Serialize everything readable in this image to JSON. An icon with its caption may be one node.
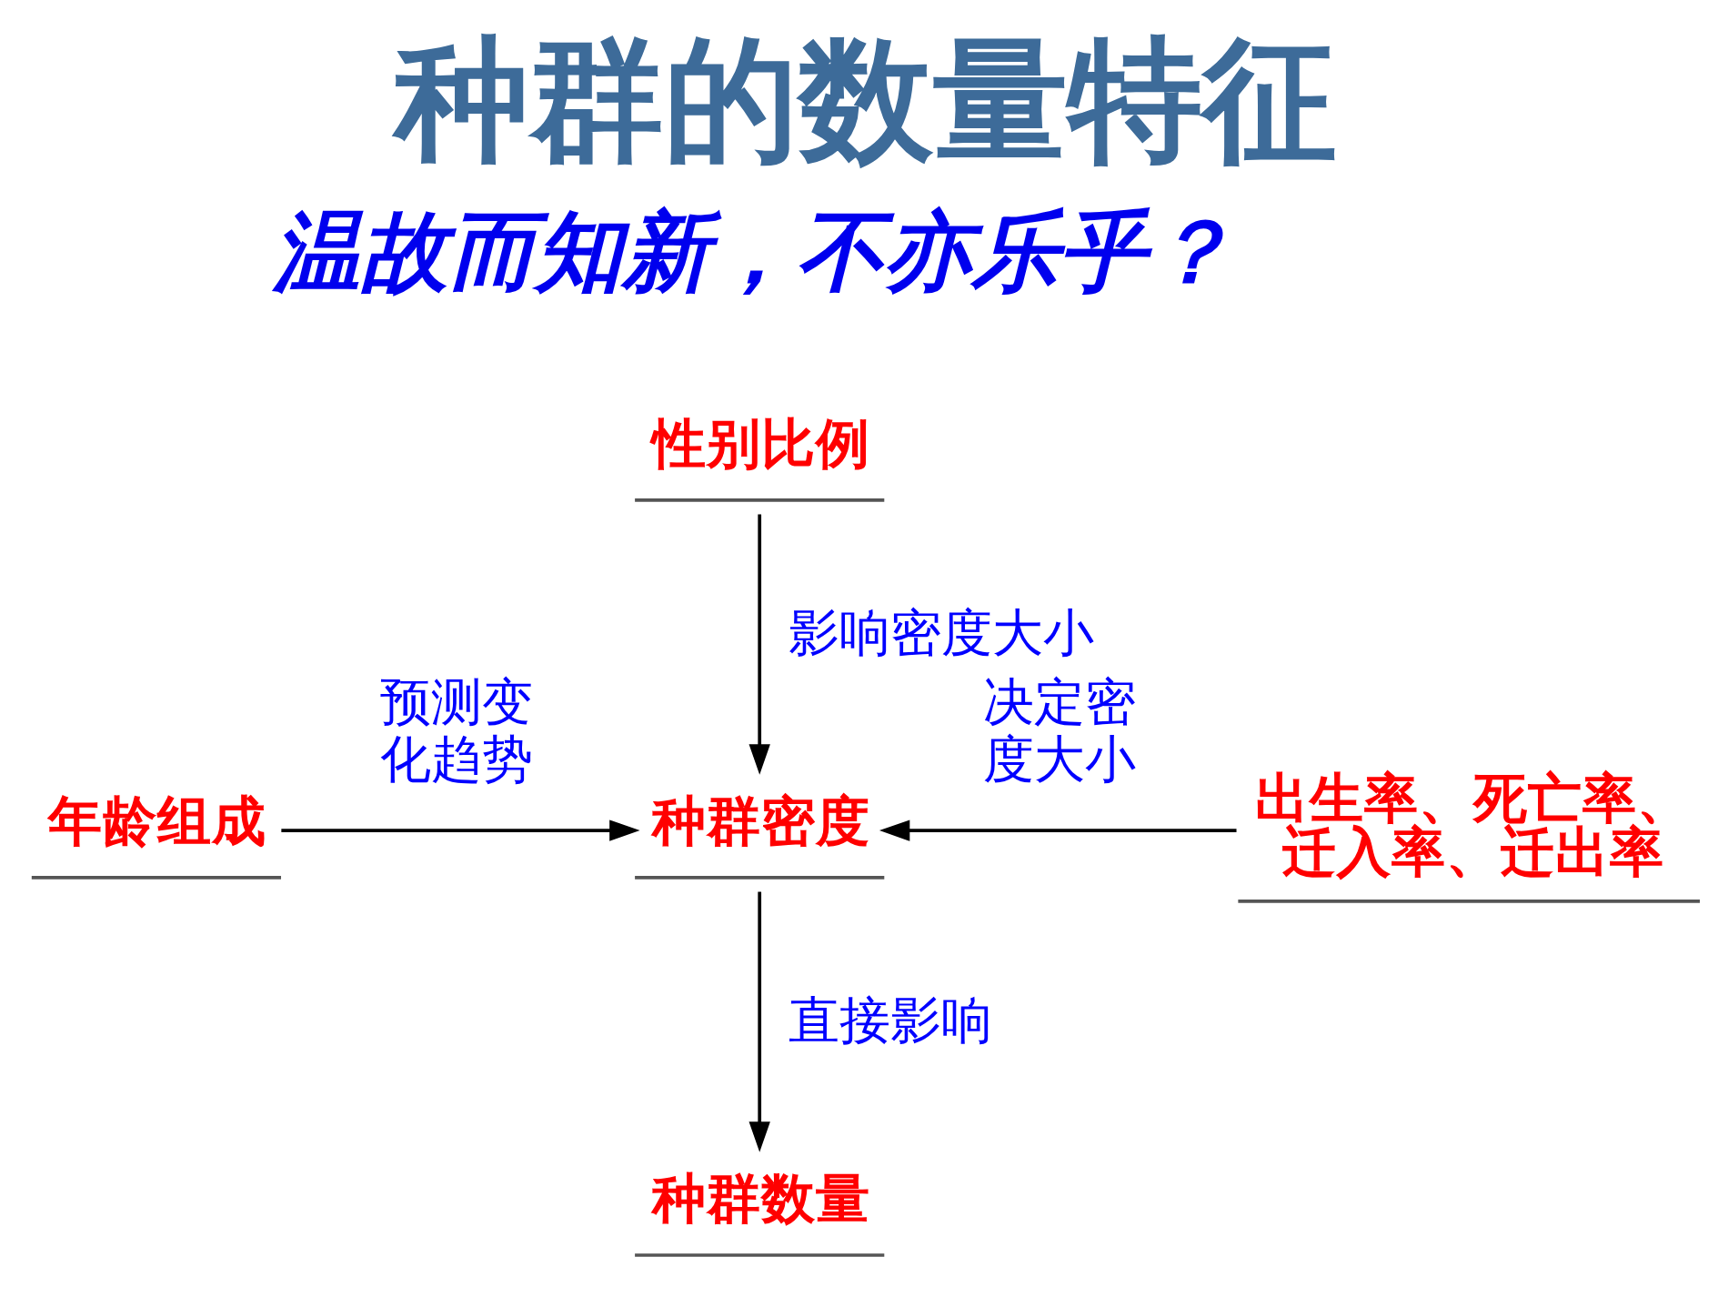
{
  "diagram": {
    "title": "种群的数量特征",
    "nodes": [
      {
        "text": [
          "性别比例"
        ]
      },
      {
        "text": [
          "年龄组成"
        ]
      },
      {
        "text": [
          "种群密度"
        ]
      },
      {
        "text": [
          "出生率、死亡率、迁入率、迁出率"
        ]
      },
      {
        "text": [
          "种群数量"
        ]
      }
    ],
    "edges": [
      {
        "from": 0,
        "to": 2,
        "arrow": "to",
        "label": "影响密度大小"
      },
      {
        "from": 1,
        "to": 2,
        "arrow": "to",
        "label": "预测变化趋势"
      },
      {
        "from": 3,
        "to": 2,
        "arrow": "to",
        "label": "决定密度大小"
      },
      {
        "from": 2,
        "to": 4,
        "arrow": "to",
        "label": "直接影响"
      }
    ],
    "labels": [
      "温故而知新，不亦乐乎？"
    ]
  }
}
